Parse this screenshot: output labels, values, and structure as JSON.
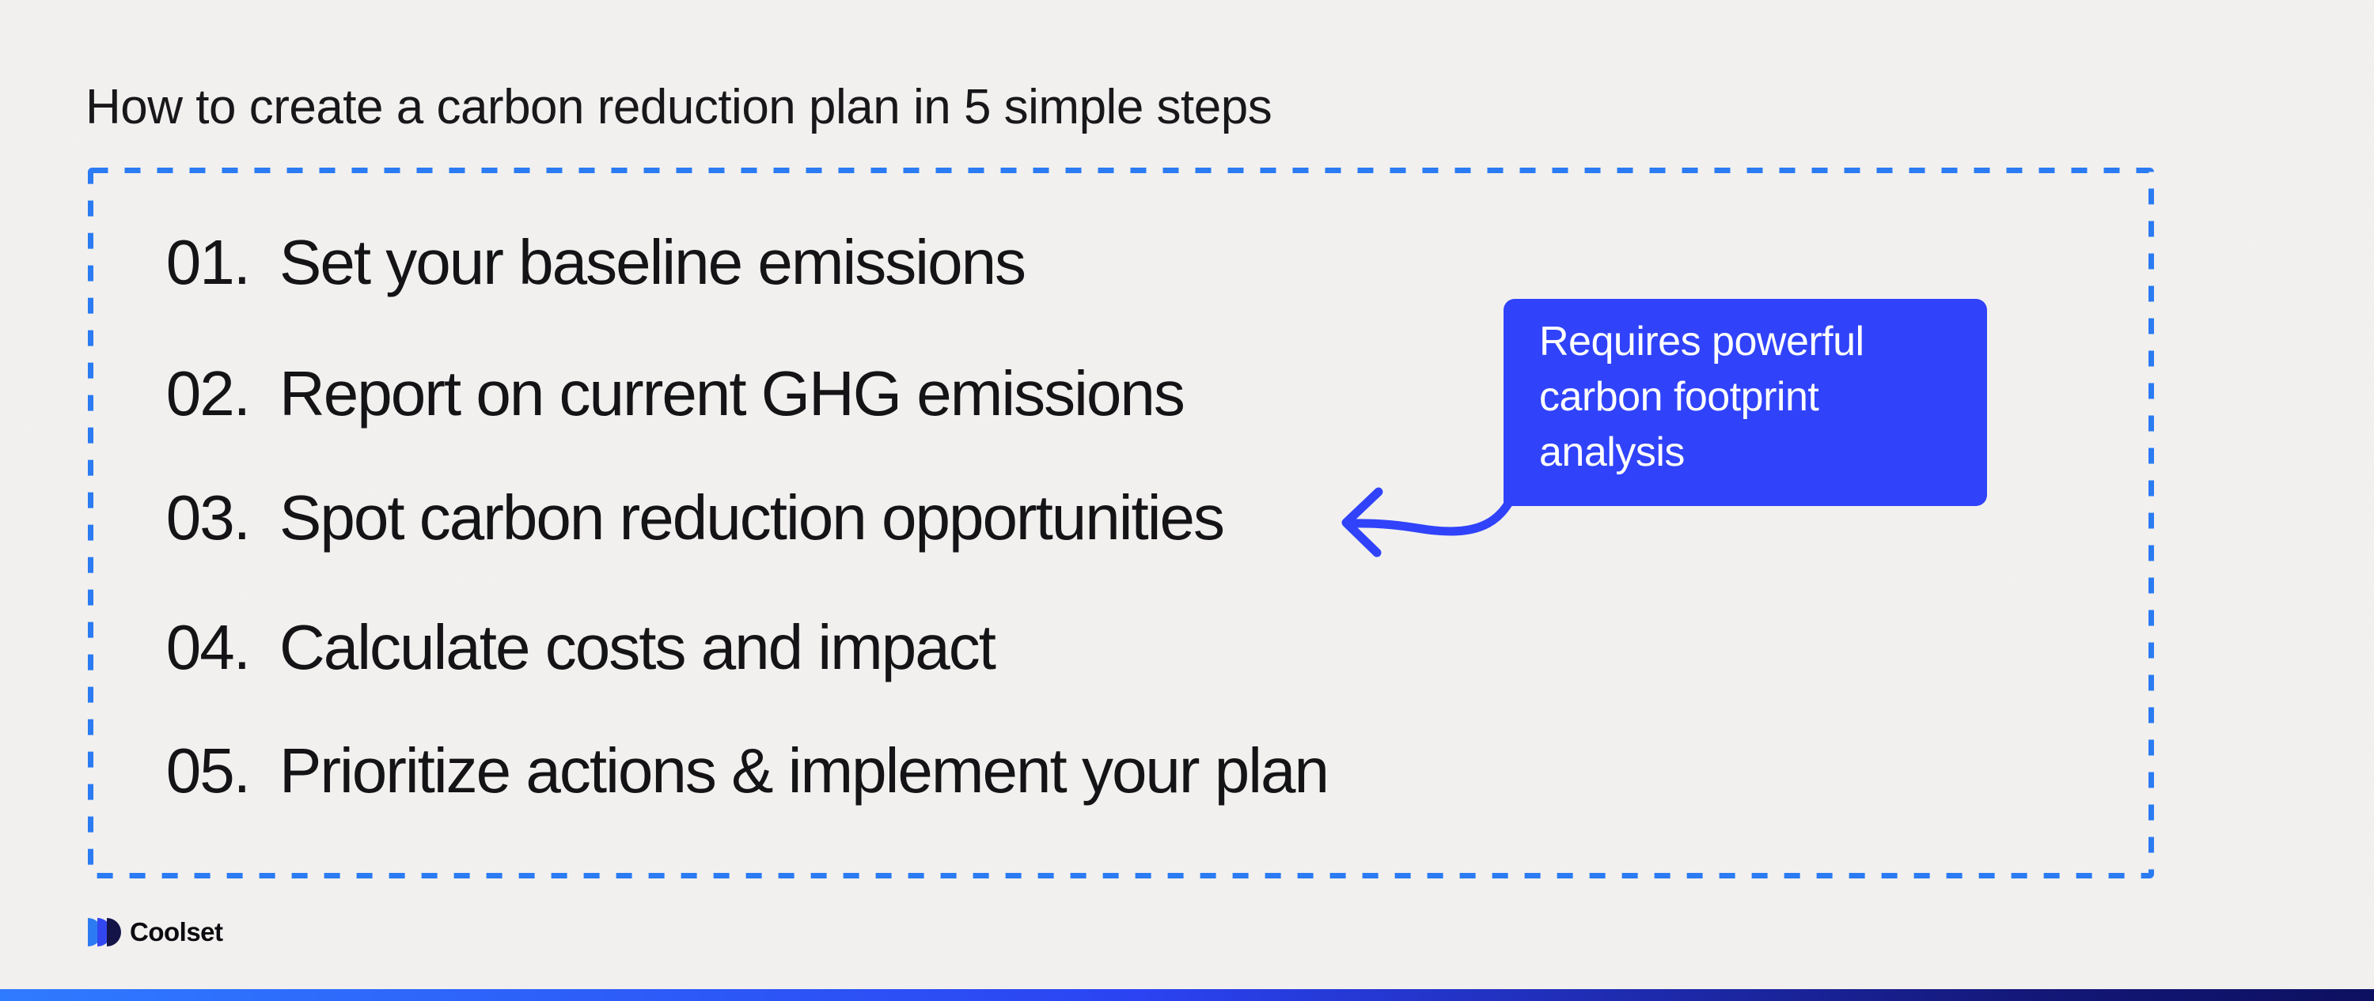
{
  "title": "How to create a carbon reduction plan in 5 simple steps",
  "steps": {
    "items": [
      {
        "number": "01.",
        "label": "Set your baseline emissions"
      },
      {
        "number": "02.",
        "label": "Report on current GHG emissions"
      },
      {
        "number": "03.",
        "label": "Spot carbon reduction opportunities"
      },
      {
        "number": "04.",
        "label": "Calculate costs and impact"
      },
      {
        "number": "05.",
        "label": "Prioritize actions & implement your plan"
      }
    ]
  },
  "callout": {
    "text": "Requires powerful\ncarbon footprint\nanalysis"
  },
  "logo": {
    "text": "Coolset"
  },
  "colors": {
    "background": "#F3F2F0",
    "accent_azure": "#2B7BF3",
    "accent_indigo": "#3043FA",
    "logo_azure": "#2D7BF3",
    "logo_indigo": "#3347F0",
    "logo_navy": "#141449",
    "bar_gradient_start": "#2F7BFF",
    "bar_gradient_end": "#0D1060"
  }
}
